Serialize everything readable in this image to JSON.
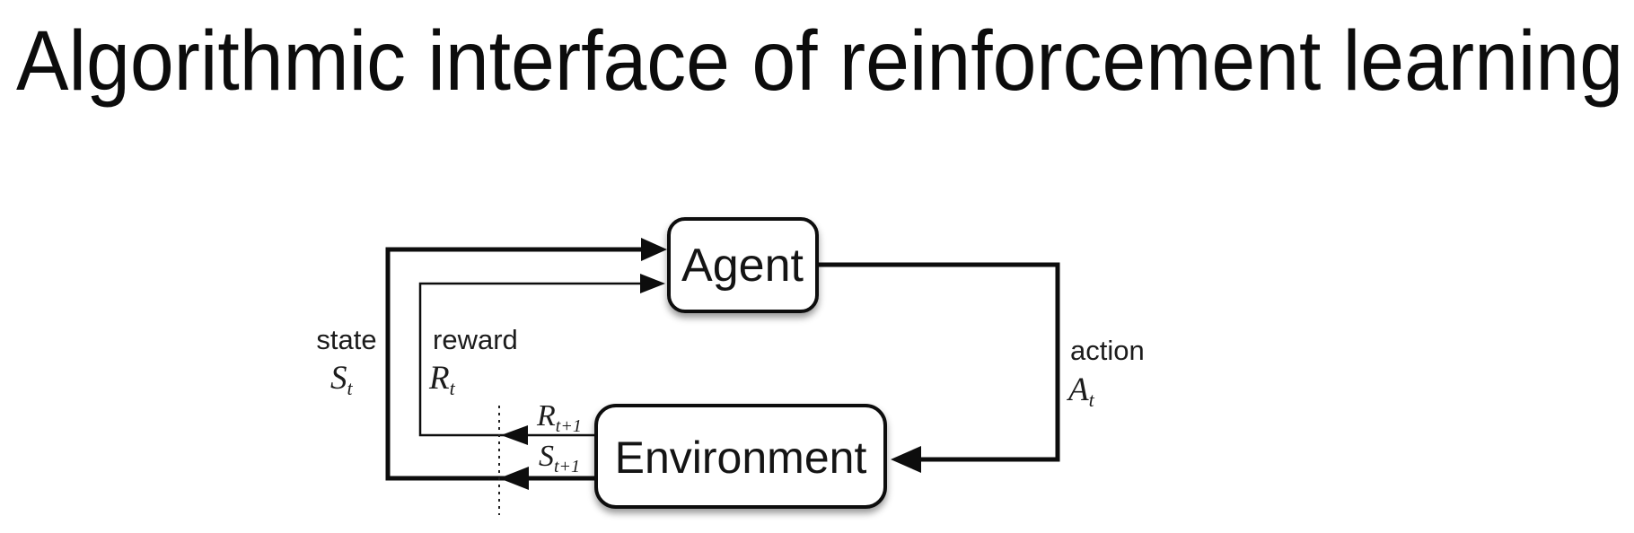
{
  "title": "Algorithmic interface of reinforcement learning",
  "diagram": {
    "agent_label": "Agent",
    "environment_label": "Environment",
    "state_label": {
      "word": "state",
      "base": "S",
      "sub": "t"
    },
    "reward_label": {
      "word": "reward",
      "base": "R",
      "sub": "t"
    },
    "action_label": {
      "word": "action",
      "base": "A",
      "sub": "t"
    },
    "reward_next": {
      "base": "R",
      "sub": "t+1"
    },
    "state_next": {
      "base": "S",
      "sub": "t+1"
    },
    "colors": {
      "ink": "#0d0d0d",
      "box_border": "#111111",
      "box_fill": "#ffffff",
      "background": "#ffffff"
    }
  }
}
